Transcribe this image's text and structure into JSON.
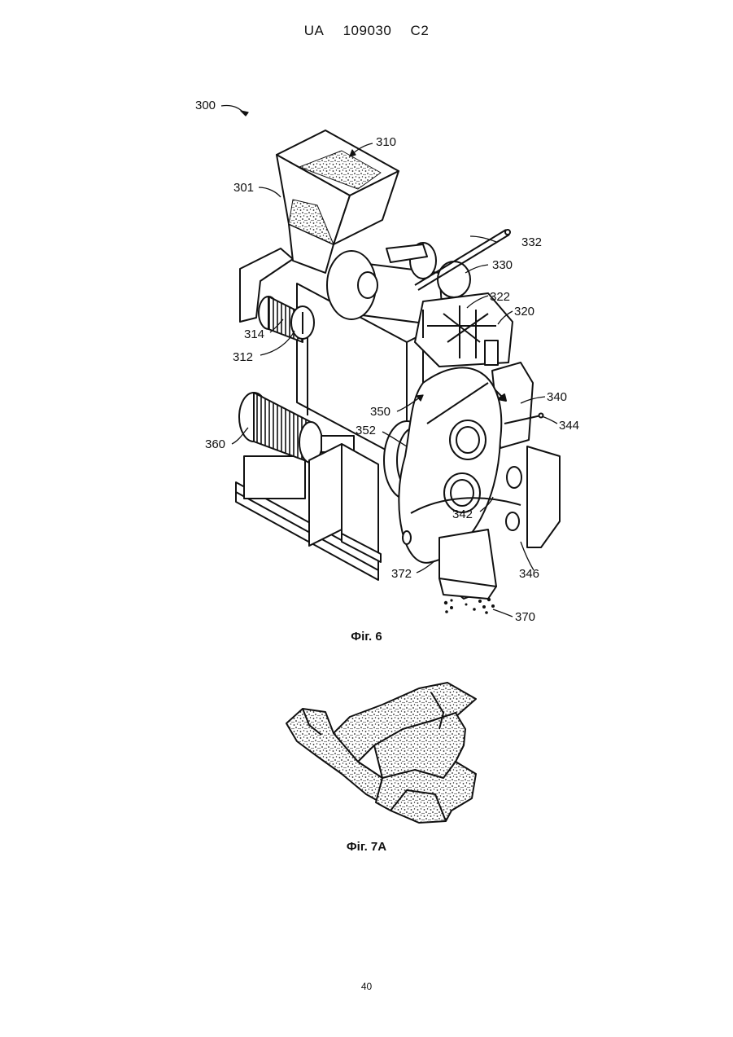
{
  "header": {
    "country": "UA",
    "number": "109030",
    "kind": "C2"
  },
  "figure6": {
    "caption": "Фіг. 6",
    "labels": {
      "l300": "300",
      "l310": "310",
      "l301": "301",
      "l332": "332",
      "l330": "330",
      "l322": "322",
      "l320": "320",
      "l314": "314",
      "l312": "312",
      "l340": "340",
      "l350": "350",
      "l344": "344",
      "l352": "352",
      "l360": "360",
      "l342": "342",
      "l372": "372",
      "l346": "346",
      "l370": "370"
    }
  },
  "figure7a": {
    "caption": "Фіг. 7A"
  },
  "page_number": "40"
}
